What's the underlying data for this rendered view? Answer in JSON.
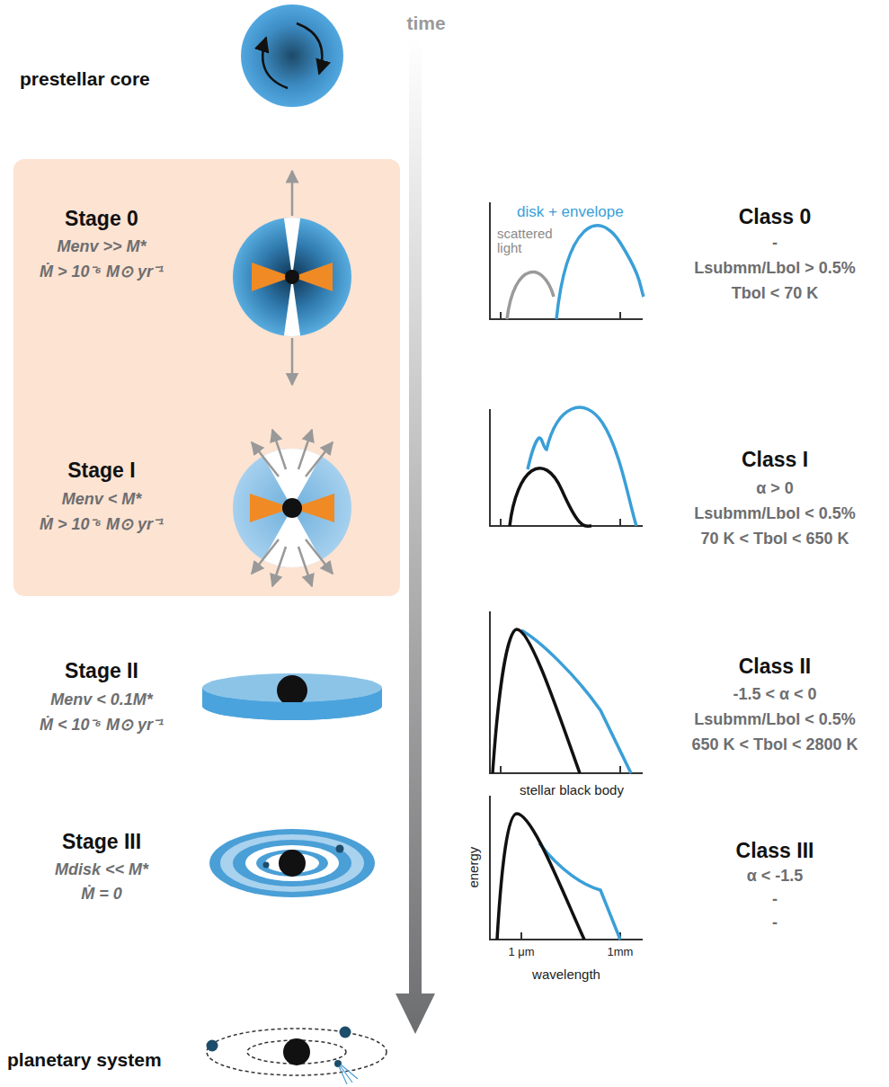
{
  "diagram": {
    "nodes": [
      {
        "text": [
          "Stage 0",
          "Menv >> M*",
          "Ṁ > 10⁻⁶ M⊙ yr⁻¹",
          "Stage I",
          "Menv < M*",
          "Ṁ > 10⁻⁶ M⊙ yr⁻¹"
        ]
      }
    ],
    "labels": [
      "time",
      "prestellar core",
      "Stage II",
      "Menv < 0.1M*",
      "Ṁ < 10⁻⁶ M⊙ yr⁻¹",
      "Stage III",
      "Mdisk << M*",
      "Ṁ = 0",
      "planetary system",
      "disk + envelope",
      "scattered light",
      "stellar black body",
      "energy",
      "1 μm",
      "1mm",
      "wavelength",
      "Class 0",
      "-",
      "Lsubmm/Lbol > 0.5%",
      "Tbol < 70 K",
      "Class I",
      "α > 0",
      "Lsubmm/Lbol < 0.5%",
      "70 K < Tbol < 650 K",
      "Class II",
      "-1.5 < α < 0",
      "Lsubmm/Lbol < 0.5%",
      "650 K < Tbol < 2800 K",
      "Class III",
      "α < -1.5",
      "-",
      "-"
    ]
  }
}
